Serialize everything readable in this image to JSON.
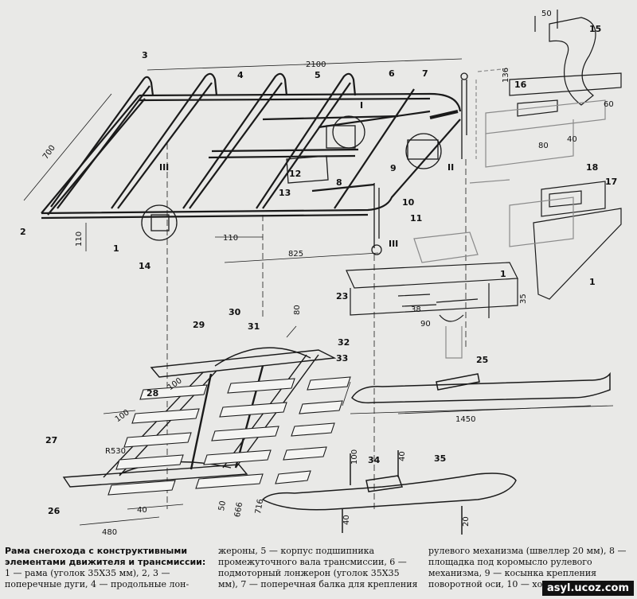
{
  "labels": {
    "n1": "1",
    "n2": "2",
    "n3": "3",
    "n4": "4",
    "n5": "5",
    "n6": "6",
    "n7": "7",
    "n8": "8",
    "n9": "9",
    "n10": "10",
    "n11": "11",
    "n12": "12",
    "n13": "13",
    "n14": "14",
    "n15": "15",
    "n16": "16",
    "n17": "17",
    "n18": "18",
    "n23": "23",
    "n25": "25",
    "n26": "26",
    "n27": "27",
    "n28": "28",
    "n29": "29",
    "n30": "30",
    "n31": "31",
    "n32": "32",
    "n33": "33",
    "n34": "34",
    "n35": "35",
    "r1": "I",
    "r2": "II",
    "r3": "III"
  },
  "dimensions": {
    "d2100": "2100",
    "d700": "700",
    "d110a": "110",
    "d110b": "110",
    "d825": "825",
    "d50": "50",
    "d136": "136",
    "d60": "60",
    "d80": "80",
    "d40": "40",
    "d35": "35",
    "d38": "38",
    "d90": "90",
    "d1450": "1450",
    "d100a": "100",
    "d100b": "100",
    "dR530": "R530",
    "d480": "480",
    "d40b": "40",
    "d50b": "50",
    "d666": "666",
    "d716": "716",
    "d100c": "100",
    "d40c": "40",
    "d40d": "40",
    "d20": "20",
    "d80b": "80"
  },
  "caption": {
    "col1_title": "Рама снегохода с конструктивными элементами движителя и трансмиссии:",
    "col1_body": "1 — рама (уголок 35Х35 мм), 2, 3 — поперечные дуги, 4 — продольные лон-",
    "col2_body": "жероны, 5 — корпус подшипника промежуточного вала трансмиссии, 6 — подмоторный лонжерон (уголок 35Х35 мм), 7 — поперечная балка для крепления",
    "col3_body": "рулевого механизма (швеллер 20 мм), 8 — площадка под коромысло рулевого механизма, 9 — косынка крепления поворотной оси, 10 — хомут поворотной"
  },
  "source": "asyl.ucoz.com"
}
